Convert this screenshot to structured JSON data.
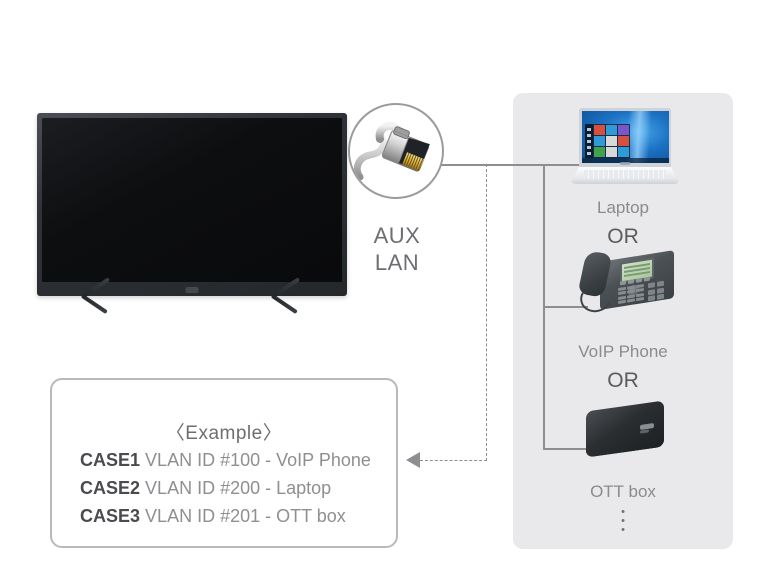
{
  "diagram": {
    "title": "TV AUX LAN VLAN connection diagram",
    "tv": {
      "name": "Television",
      "screen_state": "off"
    },
    "callout": {
      "icon": "rj45-ethernet-connector-icon",
      "label_line1": "AUX",
      "label_line2": "LAN"
    },
    "devices": [
      {
        "label": "Laptop",
        "icon": "laptop-icon",
        "connector": "OR"
      },
      {
        "label": "VoIP Phone",
        "icon": "voip-phone-icon",
        "connector": "OR"
      },
      {
        "label": "OTT box",
        "icon": "ott-box-icon",
        "connector": ""
      }
    ],
    "continuation_dots": "•\n•\n•",
    "example": {
      "title": "〈Example〉",
      "rows": [
        {
          "case": "CASE1",
          "detail": "VLAN ID #100 - VoIP Phone"
        },
        {
          "case": "CASE2",
          "detail": "VLAN ID #200 - Laptop"
        },
        {
          "case": "CASE3",
          "detail": "VLAN ID #201 - OTT box"
        }
      ]
    },
    "colors": {
      "background": "#ffffff",
      "panel": "#e9e9eb",
      "line": "#8e8e92",
      "text_light": "#8e8f92",
      "text_dark": "#4a4b4e",
      "label": "#6d6e71"
    }
  }
}
